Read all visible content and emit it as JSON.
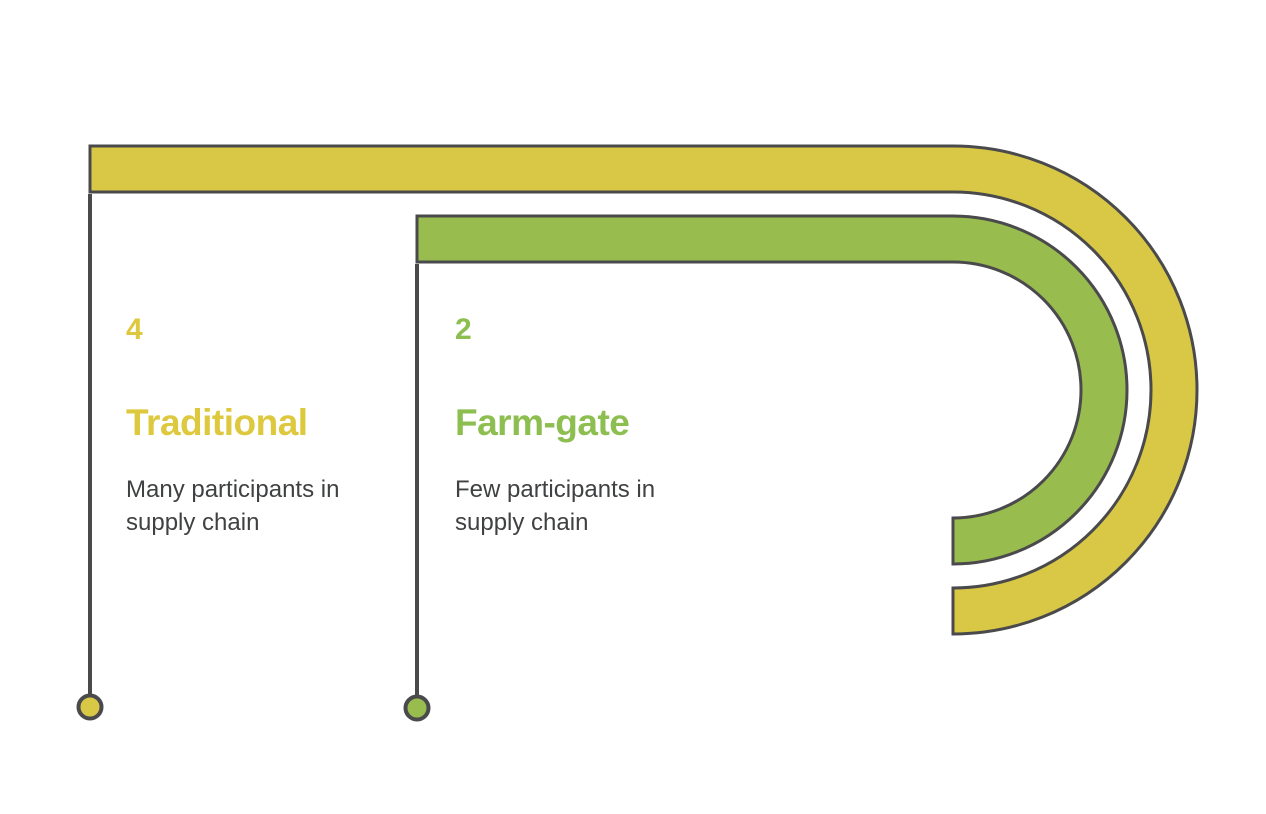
{
  "diagram": {
    "type": "supply-chain-comparison-infographic",
    "background_color": "#ffffff",
    "outline_color": "#4a4a4c",
    "items": [
      {
        "id": "traditional",
        "number": "4",
        "title": "Traditional",
        "description": "Many participants in\nsupply chain",
        "ribbon_color": "#d9c845",
        "text_color": "#ddc83e",
        "shape": "outer hook ribbon starting top-left, curving 180 degrees clockwise on the right, ending pointing left",
        "marker": "circle dot at bottom of drop line"
      },
      {
        "id": "farm-gate",
        "number": "2",
        "title": "Farm-gate",
        "description": "Few participants in\nsupply chain",
        "ribbon_color": "#98bc4d",
        "text_color": "#8dbe50",
        "shape": "inner hook ribbon starting further right, curving 180 degrees clockwise inside the outer ribbon, ending pointing left",
        "marker": "circle dot at bottom of drop line"
      }
    ]
  }
}
